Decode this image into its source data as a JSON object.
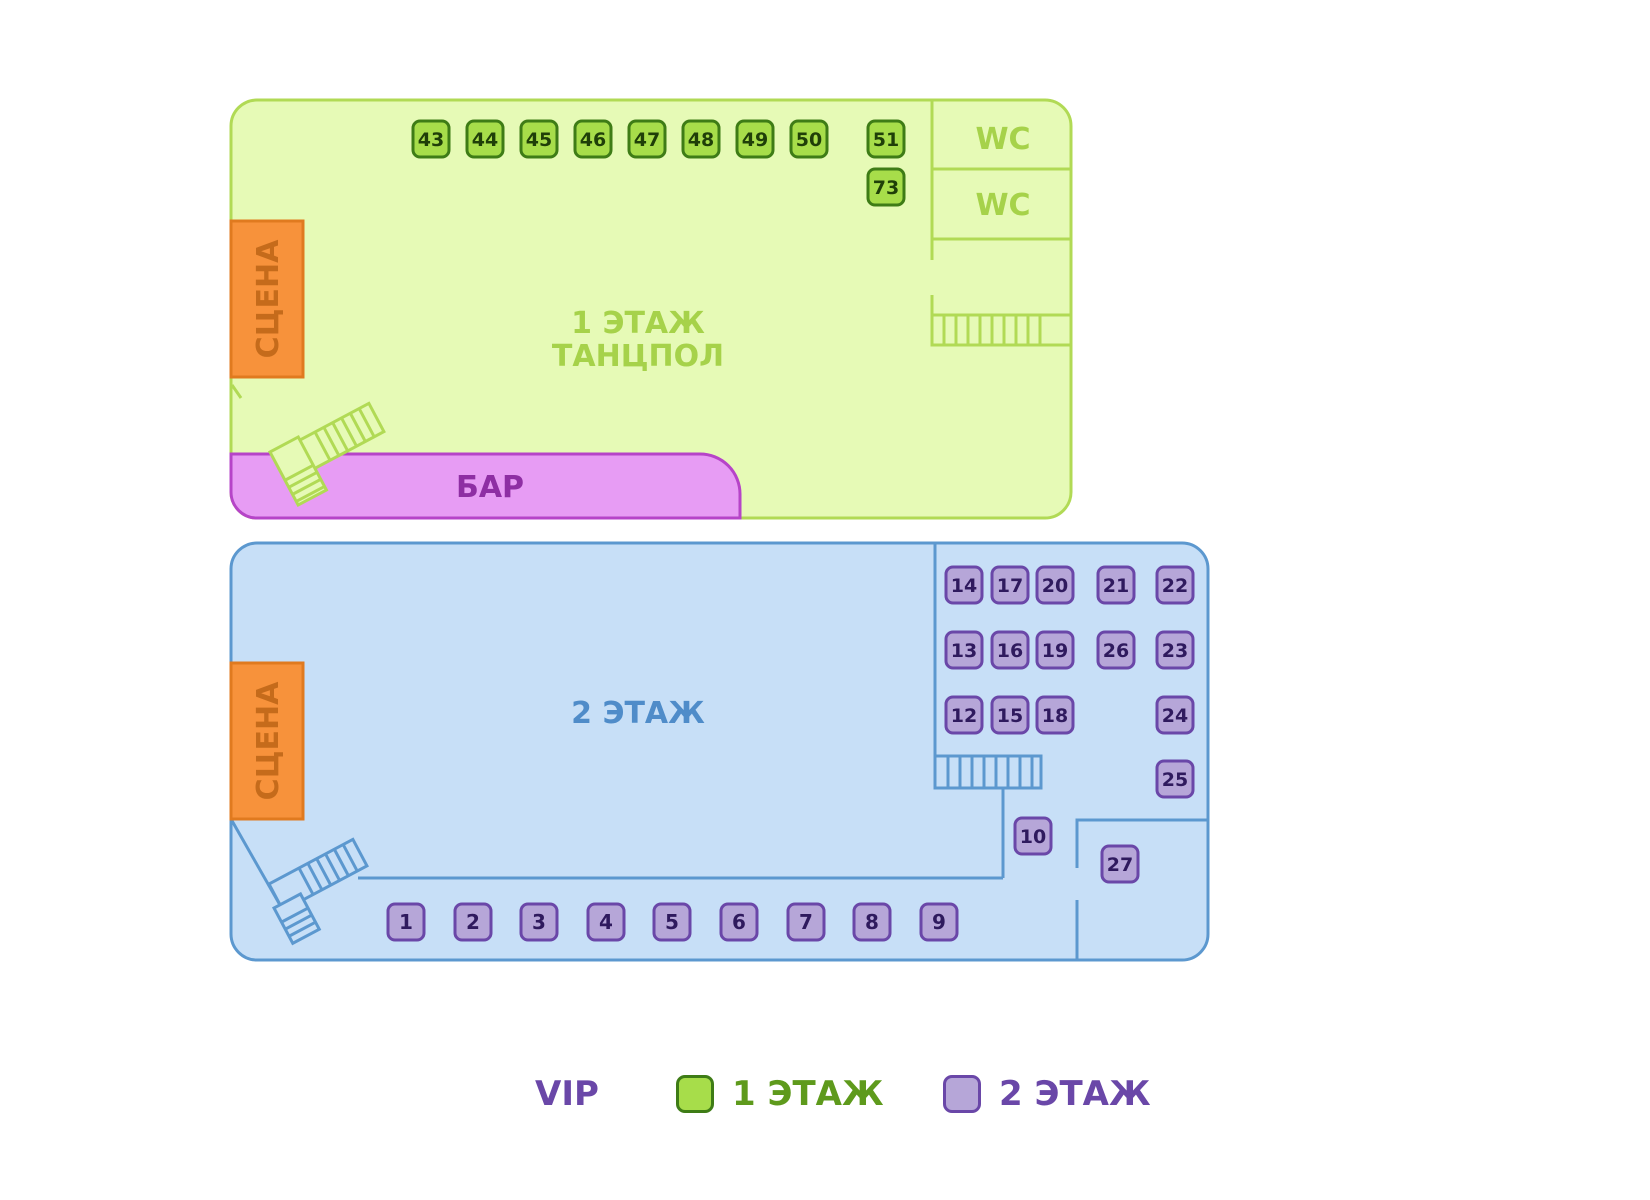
{
  "colors": {
    "floor1_fill": "#E6FAB6",
    "floor1_stroke": "#B1DA55",
    "floor1_text": "#A6D24A",
    "floor2_fill": "#C7DFF7",
    "floor2_stroke": "#5C98CF",
    "floor2_text": "#4F8CC9",
    "stage_fill": "#F7923B",
    "stage_stroke": "#E07A1F",
    "stage_text": "#C56B1B",
    "bar_fill": "#E79CF4",
    "bar_stroke": "#B644C8",
    "bar_text": "#8E2EA3",
    "table1_fill": "#A7DD4A",
    "table1_stroke": "#3E7C16",
    "table1_text": "#1F3F08",
    "table2_fill": "#B6A6D8",
    "table2_stroke": "#6A47A8",
    "table2_text": "#2F1A5E",
    "legend_vip": "#6A47A8",
    "legend_floor1": "#5E9A1C",
    "legend_floor2": "#6A47A8"
  },
  "floor1": {
    "title_line1": "1 ЭТАЖ",
    "title_line2": "ТАНЦПОЛ",
    "stage_label": "СЦЕНА",
    "bar_label": "БАР",
    "wc_labels": [
      "WC",
      "WC"
    ],
    "tables": [
      "43",
      "44",
      "45",
      "46",
      "47",
      "48",
      "49",
      "50",
      "51",
      "73"
    ]
  },
  "floor2": {
    "title": "2 ЭТАЖ",
    "stage_label": "СЦЕНА",
    "tables": [
      "1",
      "2",
      "3",
      "4",
      "5",
      "6",
      "7",
      "8",
      "9",
      "10",
      "12",
      "13",
      "14",
      "15",
      "16",
      "17",
      "18",
      "19",
      "20",
      "21",
      "22",
      "23",
      "24",
      "25",
      "26",
      "27"
    ]
  },
  "legend": {
    "vip": "VIP",
    "floor1": "1 ЭТАЖ",
    "floor2": "2 ЭТАЖ"
  }
}
